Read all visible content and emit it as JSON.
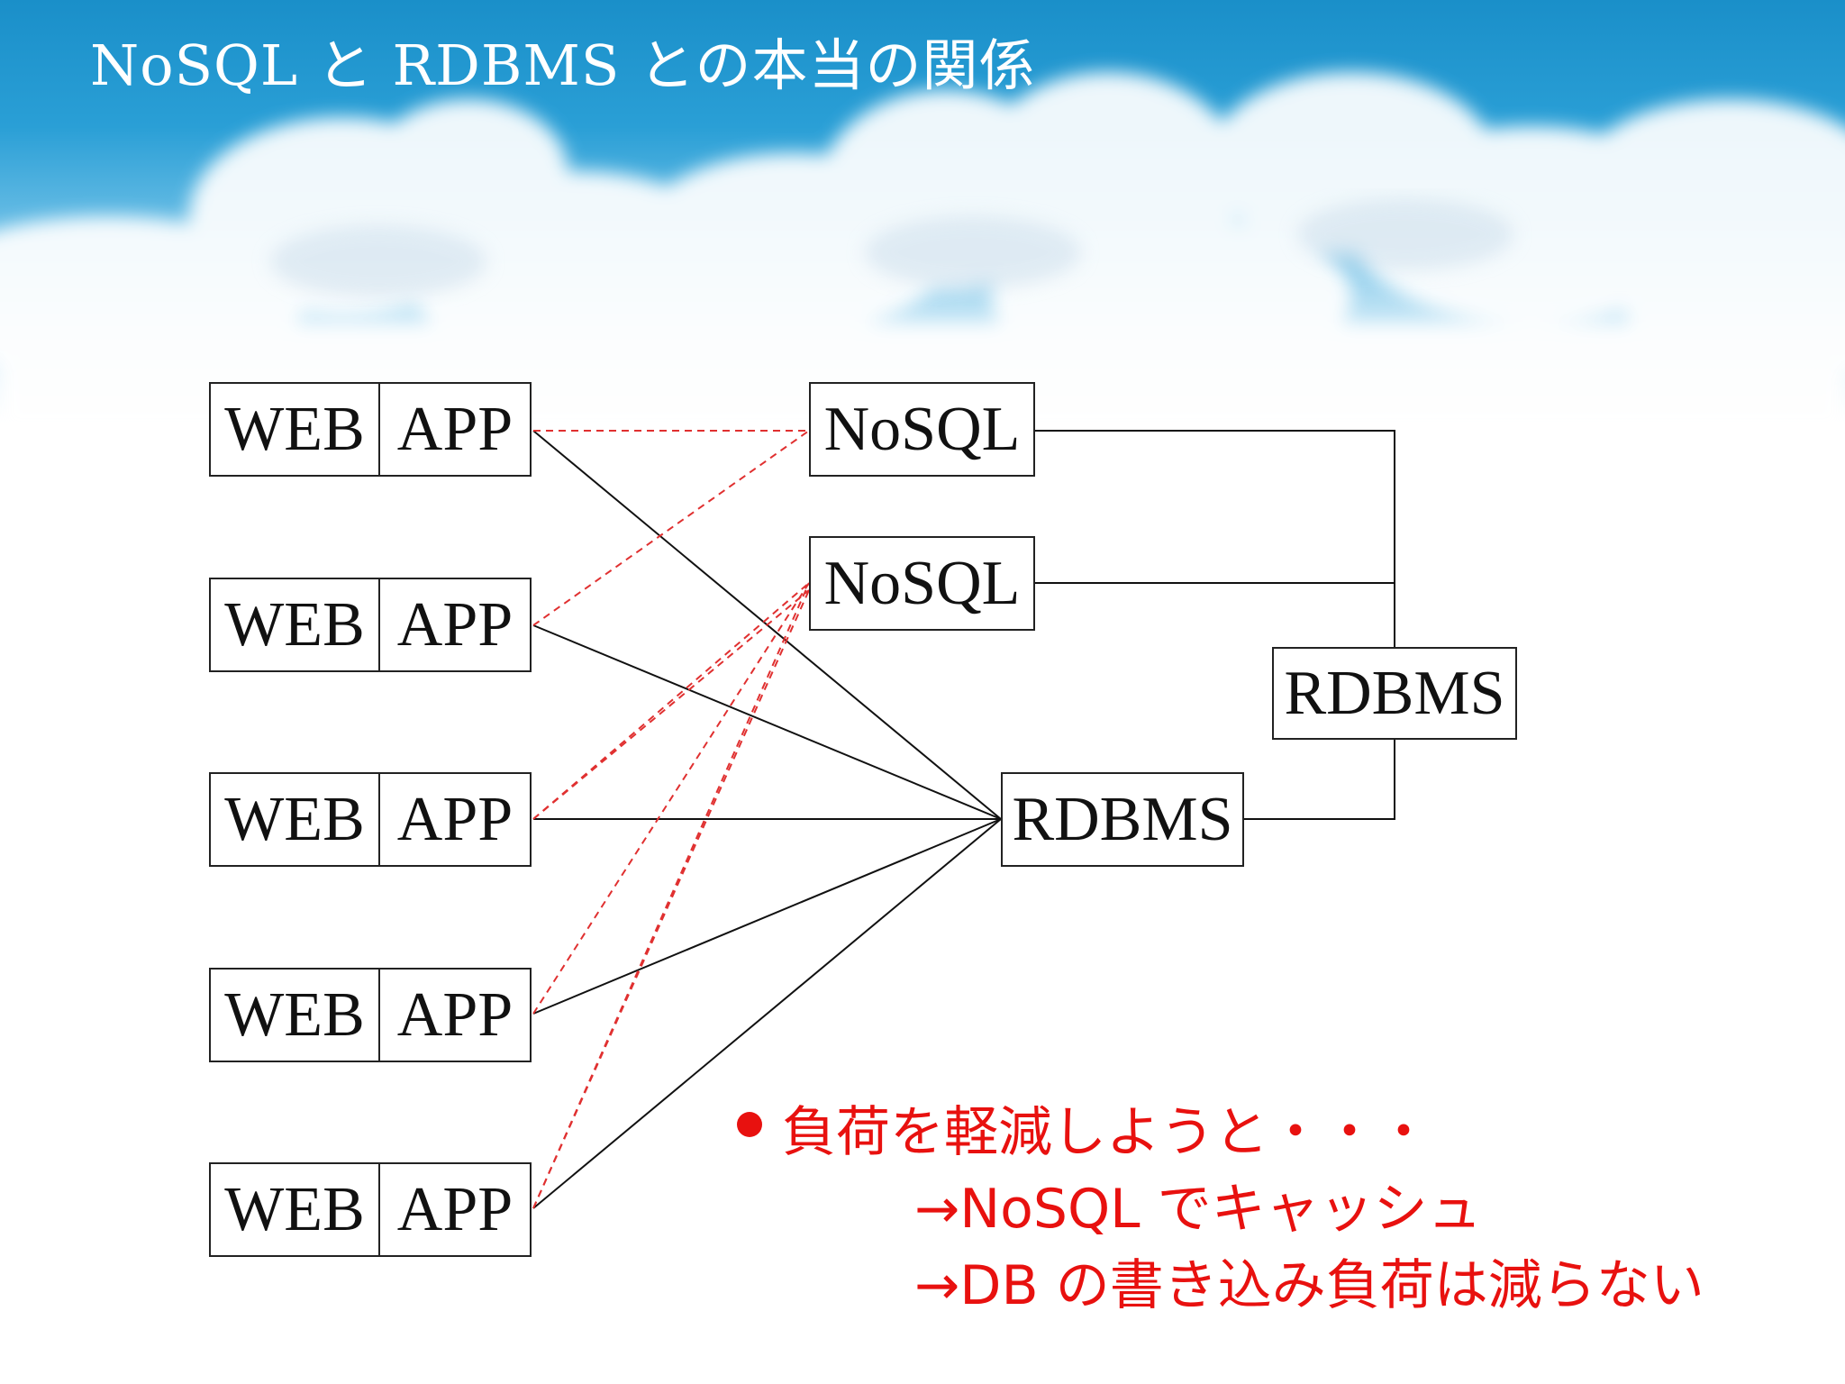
{
  "title": "NoSQL と RDBMS との本当の関係",
  "web_app_rows": [
    {
      "web": "WEB",
      "app": "APP"
    },
    {
      "web": "WEB",
      "app": "APP"
    },
    {
      "web": "WEB",
      "app": "APP"
    },
    {
      "web": "WEB",
      "app": "APP"
    },
    {
      "web": "WEB",
      "app": "APP"
    }
  ],
  "nosql_nodes": [
    "NoSQL",
    "NoSQL"
  ],
  "rdbms_nodes": [
    "RDBMS",
    "RDBMS"
  ],
  "notes": {
    "line1": "負荷を軽減しようと・・・",
    "line2": "→NoSQL でキャッシュ",
    "line3": "→DB の書き込み負荷は減らない"
  },
  "colors": {
    "sky_top": "#1a8fc9",
    "note_red": "#e8110f",
    "dashed_red": "#e03030",
    "solid_line": "#111111"
  }
}
